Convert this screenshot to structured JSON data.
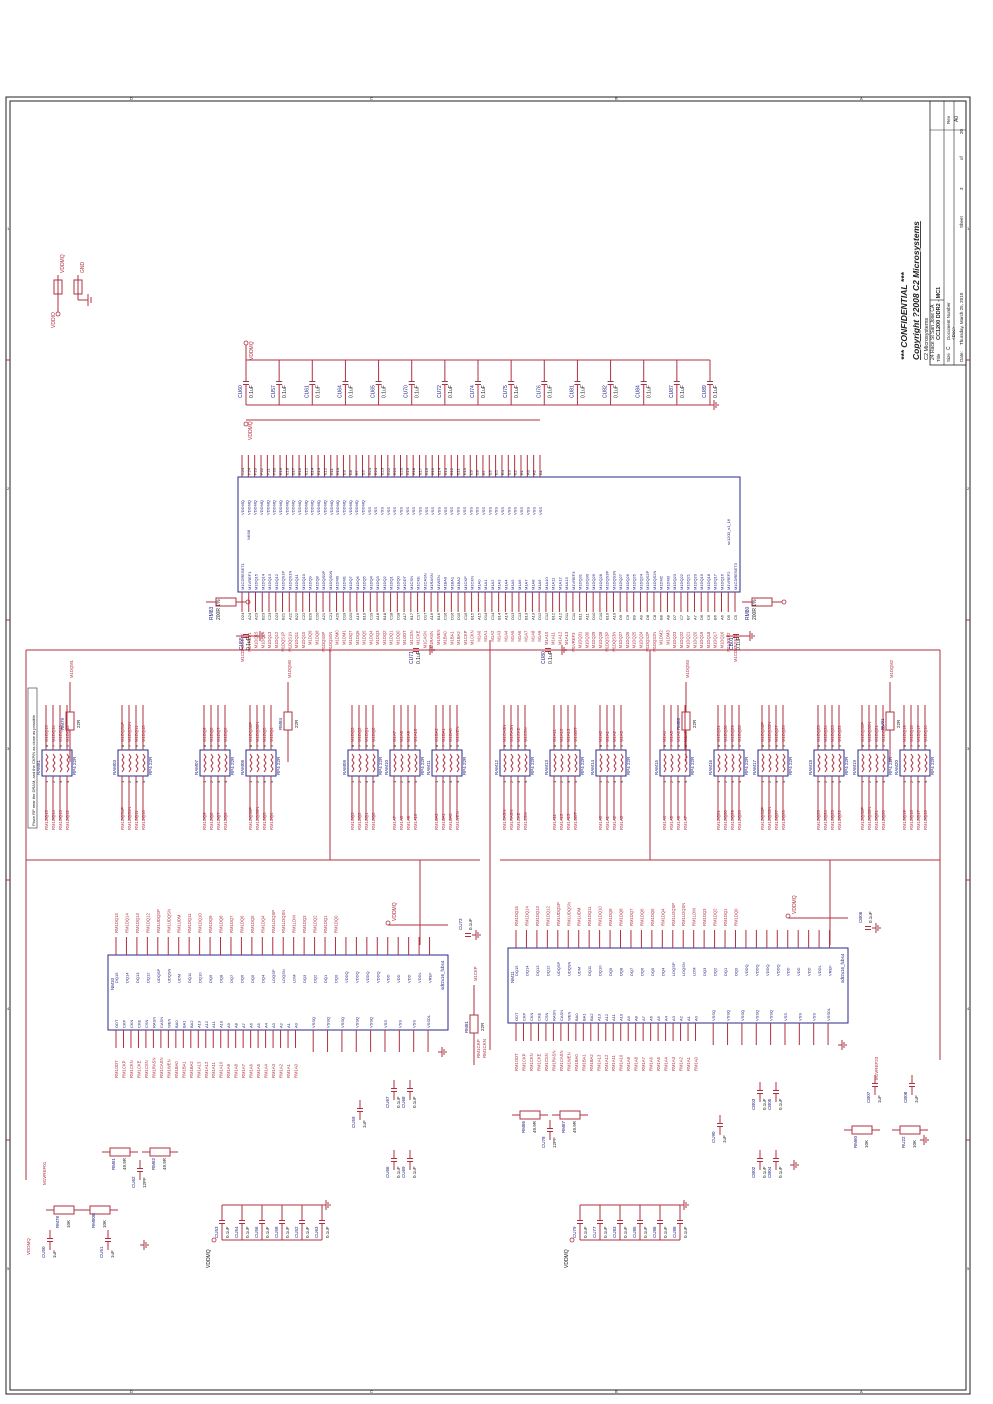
{
  "title_block": {
    "confidential": "*** CONFIDENTIAL ***",
    "copyright": "Copyright ?2008 C2 Microsystems",
    "company_line1": "C2 Microsystems",
    "company_line2": "24 Race St San Jose CA",
    "title_label": "Title",
    "title_value": "CC1200 DDR2 - MC1",
    "size_label": "Size",
    "size_value": "C",
    "docnum_label": "Document Number",
    "docnum_value": "<Doc>",
    "rev_label": "Rev",
    "rev_value": "A0",
    "date_label": "Date:",
    "date_value": "Thursday, March 25, 2010",
    "sheet_label": "Sheet",
    "sheet_value": "3",
    "of_label": "of",
    "of_value": "20"
  },
  "border": {
    "row_marks": [
      "D",
      "C",
      "B",
      "A"
    ],
    "col_marks": [
      "1",
      "2",
      "3",
      "4",
      "5"
    ]
  },
  "top_power": {
    "net": "VDDIO",
    "net2": "VDDMQ",
    "gnd": "GND"
  },
  "cap_bank_top": {
    "rail": "VDDMQ",
    "refs": [
      "CU60",
      "CU57",
      "CU61",
      "CU64",
      "CU65",
      "CU70",
      "CU72",
      "CU74",
      "CU75",
      "CU76",
      "CU81",
      "CU82",
      "CU84",
      "CU87",
      "CU89"
    ],
    "value": "0.1uF"
  },
  "connector": {
    "ref": "NK68",
    "part": "sc1200_v1_16",
    "rail": "VDDMQ",
    "left_pins": [
      "D24",
      "A24",
      "A23",
      "B23",
      "C23",
      "D23",
      "B21",
      "A22",
      "B22",
      "C22",
      "B20",
      "C20",
      "A21",
      "C21",
      "A20",
      "D19",
      "D20",
      "A19",
      "B19",
      "C19",
      "A18",
      "B18",
      "C18",
      "D18",
      "A17",
      "B17",
      "C17",
      "D17",
      "A16",
      "B16",
      "C16",
      "D16",
      "D15",
      "C15",
      "B15",
      "A15",
      "D14",
      "C14",
      "B14",
      "A14",
      "D13",
      "C13",
      "B13",
      "A13",
      "D12",
      "C12",
      "B12",
      "A12",
      "D11",
      "C11",
      "B11",
      "A11",
      "D10",
      "C10",
      "B10",
      "A10",
      "D9",
      "C9",
      "B9",
      "A9",
      "D8",
      "C8",
      "B8",
      "A8",
      "D7",
      "C7",
      "B7",
      "A7",
      "D6",
      "C6",
      "B6",
      "A6",
      "D5",
      "C5",
      "B5",
      "A5",
      "D4",
      "C4"
    ],
    "right_pins": [
      "C24",
      "F24",
      "F23",
      "F22",
      "F21",
      "F20",
      "E19",
      "E18",
      "E17",
      "E16",
      "E15",
      "E14",
      "E13",
      "E12",
      "E11",
      "E10",
      "E9",
      "E8",
      "E7",
      "E6",
      "B24",
      "E24",
      "E23",
      "E22",
      "E21",
      "E20",
      "E19",
      "E18",
      "E17",
      "E16",
      "E15",
      "E14",
      "E13",
      "E12",
      "E11",
      "E10",
      "E9",
      "E8",
      "E7",
      "E6",
      "E5",
      "E4",
      "E3",
      "E2",
      "E1",
      "A3",
      "A2",
      "A1"
    ],
    "signals": [
      "M1CDRESET1",
      "M1VREF1",
      "M1DQ15",
      "M1DQ14",
      "M1DQ13",
      "M1DQ12",
      "M1DQS1P",
      "M1DQS1N",
      "M1DQ11",
      "M1DQ10",
      "M1DQ9",
      "M1DQ8",
      "M1DQS0P",
      "M1DQS0N",
      "M1DM0",
      "M1DM1",
      "M1DQ7",
      "M1DQ6",
      "M1DQ5",
      "M1DQ4",
      "M1DQ3",
      "M1DQ2",
      "M1DQ1",
      "M1DQ0",
      "M1ODT",
      "M1CSN",
      "M1CKE",
      "M1CASN",
      "M1RASN",
      "M1WEN",
      "M1BA0",
      "M1BA1",
      "M1BA2",
      "M1CKP",
      "M1CKN",
      "M1A0",
      "M1A1",
      "M1A2",
      "M1A3",
      "M1A4",
      "M1A5",
      "M1A6",
      "M1A7",
      "M1A8",
      "M1A9",
      "M1A10",
      "M1A11",
      "M1A12",
      "M1A13",
      "M1VREF3",
      "M1DQ31",
      "M1DQ30",
      "M1DQ29",
      "M1DQ28",
      "M1DQS3P",
      "M1DQS3N",
      "M1DQ27",
      "M1DQ26",
      "M1DQ25",
      "M1DQ24",
      "M1DQS2P",
      "M1DQS2N",
      "M1DM2",
      "M1DM3",
      "M1DQ23",
      "M1DQ22",
      "M1DQ21",
      "M1DQ20",
      "M1DQ19",
      "M1DQ18",
      "M1DQ17",
      "M1DQ16",
      "M1VREF2",
      "M1CDRESET3"
    ],
    "supply": [
      "VDDMQ",
      "VDDMQ",
      "VDDMQ",
      "VDDMQ",
      "VDDMQ",
      "VDDMQ",
      "VDDMQ",
      "VDDMQ",
      "VDDMQ",
      "VDDMQ",
      "VDDMQ",
      "VDDMQ",
      "VDDMQ",
      "VDDMQ",
      "VDDMQ",
      "VDDMQ",
      "VDDMQ",
      "VDDMQ",
      "VDDMQ",
      "VDDMQ",
      "VSS",
      "VSS",
      "VSS",
      "VSS",
      "VSS",
      "VSS",
      "VSS",
      "VSS",
      "VSS",
      "VSS",
      "VSS",
      "VSS",
      "VSS",
      "VSS",
      "VSS",
      "VSS",
      "VSS",
      "VSS",
      "VSS",
      "VSS",
      "VSS",
      "VSS",
      "VSS",
      "VSS",
      "VSS",
      "VSS",
      "VSS",
      "VSS"
    ]
  },
  "vref_parts": [
    {
      "ref": "RM83",
      "value": "200R 1%",
      "net": "VDDMQ"
    },
    {
      "ref": "RM80",
      "value": "200R 1%",
      "net": "VDDMQ"
    },
    {
      "ref": "CU55",
      "value": "0.1uF"
    },
    {
      "ref": "CB01",
      "value": "0.1uF"
    },
    {
      "ref": "CU71",
      "value": "0.1uF"
    },
    {
      "ref": "CU80",
      "value": "0.1uF"
    }
  ],
  "rpacks": [
    {
      "ref": "RAM81",
      "value": "RP4 22R",
      "nets_a": [
        "RM1DQ15",
        "RM1DQ14",
        "RM1DQ13",
        "RM1DQ12"
      ],
      "nets_b": [
        "M1DQ15",
        "M1DQ14",
        "M1DQ13",
        "M1DQ12"
      ]
    },
    {
      "ref": "RAM03",
      "value": "RP4 22R",
      "nets_a": [
        "RM1DQS1P",
        "RM1DQS1N",
        "RM1DQ11",
        "RM1DQ10"
      ],
      "nets_b": [
        "M1DQS1P",
        "M1DQS1N",
        "M1DQ11",
        "M1DQ10"
      ]
    },
    {
      "ref": "RAM07",
      "value": "RP4 22R",
      "nets_a": [
        "RM1DQ9",
        "RM1DQ8",
        "RM1DQ7",
        "RM1DQ6"
      ],
      "nets_b": [
        "M1DQ9",
        "M1DQ8",
        "M1DQ7",
        "M1DQ6"
      ]
    },
    {
      "ref": "RAM08",
      "value": "RP4 22R",
      "nets_a": [
        "RM1DQS0P",
        "RM1DQS0N",
        "RM1DQ5",
        "RM1DQ4"
      ],
      "nets_b": [
        "M1DQS0P",
        "M1DQS0N",
        "M1DQ5",
        "M1DQ4"
      ]
    },
    {
      "ref": "RAM09",
      "value": "RP4 22R",
      "nets_a": [
        "RM1DQ3",
        "RM1DQ2",
        "RM1DQ1",
        "RM1DQ0"
      ],
      "nets_b": [
        "M1DQ3",
        "M1DQ2",
        "M1DQ1",
        "M1DQ0"
      ]
    },
    {
      "ref": "RAM10",
      "value": "RP4 22R",
      "nets_a": [
        "RM1A7",
        "RM1A8",
        "RM1A9",
        "RM1A10"
      ],
      "nets_b": [
        "M1A7",
        "M1A8",
        "M1A9",
        "M1A10"
      ]
    },
    {
      "ref": "RAM11",
      "value": "RP4 22R",
      "nets_a": [
        "RM1BA2",
        "RM1BA1",
        "RM1BA0",
        "RM1WEN"
      ],
      "nets_b": [
        "M1BA2",
        "M1BA1",
        "M1BA0",
        "M1WEN"
      ]
    },
    {
      "ref": "RAM12",
      "value": "RP4 22R",
      "nets_a": [
        "RM1CASN",
        "RM1RASN",
        "RM1CKE",
        "RM1CSN"
      ],
      "nets_b": [
        "M1CASN",
        "M1RASN",
        "M1CKE",
        "M1CSN"
      ]
    },
    {
      "ref": "RAM13",
      "value": "RP4 22R",
      "nets_a": [
        "RM1A11",
        "RM1A12",
        "RM1A13",
        "RM1ODT"
      ],
      "nets_b": [
        "M1A11",
        "M1A12",
        "M1A13",
        "M1ODT"
      ]
    },
    {
      "ref": "RAM14",
      "value": "RP4 22R",
      "nets_a": [
        "RM1A0",
        "RM1A1",
        "RM1A2",
        "RM1A3"
      ],
      "nets_b": [
        "M1A0",
        "M1A1",
        "M1A2",
        "M1A3"
      ]
    },
    {
      "ref": "RAM15",
      "value": "RP4 22R",
      "nets_a": [
        "RM1A4",
        "RM1A5",
        "RM1A6",
        "RM1A7"
      ],
      "nets_b": [
        "M1A4",
        "M1A5",
        "M1A6",
        "M1A7"
      ]
    },
    {
      "ref": "RAM16",
      "value": "RP4 22R",
      "nets_a": [
        "RM1DQ31",
        "RM1DQ30",
        "RM1DQ29",
        "RM1DQ28"
      ],
      "nets_b": [
        "M1DQ31",
        "M1DQ30",
        "M1DQ29",
        "M1DQ28"
      ]
    },
    {
      "ref": "RAM17",
      "value": "RP4 22R",
      "nets_a": [
        "RM1DQS3P",
        "RM1DQS3N",
        "RM1DQ27",
        "RM1DQ26"
      ],
      "nets_b": [
        "M1DQS3P",
        "M1DQS3N",
        "M1DQ27",
        "M1DQ26"
      ]
    },
    {
      "ref": "RAM18",
      "value": "RP4 22R",
      "nets_a": [
        "RM1DQ25",
        "RM1DQ24",
        "RM1DQ23",
        "RM1DQ22"
      ],
      "nets_b": [
        "M1DQ25",
        "M1DQ24",
        "M1DQ23",
        "M1DQ22"
      ]
    },
    {
      "ref": "RAM19",
      "value": "RP4 22R",
      "nets_a": [
        "RM1DQS2P",
        "RM1DQS2N",
        "RM1DQ21",
        "RM1DQ20"
      ],
      "nets_b": [
        "M1DQS2P",
        "M1DQS2N",
        "M1DQ21",
        "M1DQ20"
      ]
    },
    {
      "ref": "RAM20",
      "value": "RP4 22R",
      "nets_a": [
        "RM1DQ19",
        "RM1DQ18",
        "RM1DQ17",
        "RM1DQ16"
      ],
      "nets_b": [
        "M1DQ19",
        "M1DQ18",
        "M1DQ17",
        "M1DQ16"
      ]
    }
  ],
  "single_resistors": [
    {
      "ref": "RM79",
      "value": "22R",
      "net": "M1DQM1"
    },
    {
      "ref": "RM84",
      "value": "22R",
      "net": "M1DQM0"
    },
    {
      "ref": "RM88",
      "value": "22R",
      "net": "M1DQM3"
    },
    {
      "ref": "RU01",
      "value": "22R",
      "net": "M1DQM2"
    },
    {
      "ref": "RM81",
      "value": "22R",
      "net": "M1CKP"
    }
  ],
  "note_box": "Place RP near the DRAM, and the CKP/N as close as possible",
  "dram_left": {
    "ref": "NM10",
    "part": "sdr2x16_fcbs4",
    "left_pins": [
      "ODT",
      "CKP",
      "CKN",
      "CKE",
      "CSN",
      "RASN",
      "CASN",
      "WEN",
      "BA0",
      "BA1",
      "BA2",
      "A13",
      "A12",
      "A11",
      "A10",
      "A9",
      "A8",
      "A7",
      "A6",
      "A5",
      "A4",
      "A3",
      "A2",
      "A1",
      "A0"
    ],
    "right_pins": [
      "DQ15",
      "DQ14",
      "DQ13",
      "DQ12",
      "UDQSP",
      "UDQSN",
      "UDM",
      "DQ11",
      "DQ10",
      "DQ9",
      "DQ8",
      "DQ7",
      "DQ6",
      "DQ5",
      "DQ4",
      "LDQSP",
      "LDQSN",
      "LDM",
      "DQ3",
      "DQ2",
      "DQ1",
      "DQ0",
      "VDDQ",
      "VDDQ",
      "VDDQ",
      "VDDQ",
      "VDD",
      "VDD",
      "VDD",
      "VDDL",
      "VREF"
    ],
    "gnd_pins": [
      "VSSQ",
      "VSSQ",
      "VSSQ",
      "VSSQ",
      "VSSQ",
      "VSS",
      "VSS",
      "VSS",
      "VSSDL"
    ],
    "rail": "VDDMQ",
    "cap": {
      "ref": "CU73",
      "value": "0.1uF"
    }
  },
  "dram_right": {
    "ref": "NM11",
    "part": "sdr2x16_fcbs4",
    "left_pins": [
      "ODT",
      "CKP",
      "CKN",
      "CKE",
      "CSN",
      "RASN",
      "CASN",
      "WEN",
      "BA0",
      "BA1",
      "BA2",
      "A13",
      "A12",
      "A11",
      "A10",
      "A9",
      "A8",
      "A7",
      "A6",
      "A5",
      "A4",
      "A3",
      "A2",
      "A1",
      "A0"
    ],
    "right_pins": [
      "DQ15",
      "DQ14",
      "DQ13",
      "DQ12",
      "UDQSP",
      "UDQSN",
      "UDM",
      "DQ11",
      "DQ10",
      "DQ9",
      "DQ8",
      "DQ7",
      "DQ6",
      "DQ5",
      "DQ4",
      "LDQSP",
      "LDQSN",
      "LDM",
      "DQ3",
      "DQ2",
      "DQ1",
      "DQ0",
      "VDDQ",
      "VDDQ",
      "VDDQ",
      "VDDQ",
      "VDD",
      "VDD",
      "VDD",
      "VDDL",
      "VREF"
    ],
    "gnd_pins": [
      "VSSQ",
      "VSSQ",
      "VSSQ",
      "VSSQ",
      "VSSQ",
      "VSS",
      "VSS",
      "VSS",
      "VSSDL"
    ],
    "rail": "VDDMQ",
    "cap": {
      "ref": "CB06",
      "value": "0.1uF"
    }
  },
  "bottom_parts": [
    {
      "ref": "RM61",
      "value": "49.9R"
    },
    {
      "ref": "RM62",
      "value": "49.9R"
    },
    {
      "ref": "CU62",
      "value": "12PF"
    },
    {
      "ref": "RM86",
      "value": "49.9R"
    },
    {
      "ref": "RM87",
      "value": "49.9R"
    },
    {
      "ref": "CU78",
      "value": "12PF"
    },
    {
      "ref": "CU59",
      "value": "1uF"
    },
    {
      "ref": "CU90",
      "value": "1uF"
    },
    {
      "ref": "CU67",
      "value": "0.1uF"
    },
    {
      "ref": "CU68",
      "value": "0.1uF"
    },
    {
      "ref": "CU66",
      "value": "0.1uF"
    },
    {
      "ref": "CU69",
      "value": "0.1uF"
    },
    {
      "ref": "CB03",
      "value": "0.1uF"
    },
    {
      "ref": "CB05",
      "value": "0.1uF"
    },
    {
      "ref": "CB02",
      "value": "0.1uF"
    },
    {
      "ref": "CB04",
      "value": "0.1uF"
    },
    {
      "ref": "CB07",
      "value": "1uF"
    },
    {
      "ref": "CB08",
      "value": "1uF"
    },
    {
      "ref": "RM60",
      "value": "10K"
    },
    {
      "ref": "RU22",
      "value": "10K"
    },
    {
      "ref": "RM78",
      "value": "10K"
    },
    {
      "ref": "RM80B",
      "value": "10K"
    },
    {
      "ref": "CU50",
      "value": "1uF"
    },
    {
      "ref": "CU51",
      "value": "1uF"
    }
  ],
  "bottom_nets": [
    "M1VREF01",
    "M1VREF23",
    "VDDMQ",
    "RM1CKP",
    "RM1CKN"
  ],
  "bottom_cap_banks": [
    {
      "refs": [
        "CU53",
        "CU54",
        "CU56",
        "CU58",
        "CU52",
        "CU63"
      ],
      "value": "0.1uF",
      "rail": "VDDMQ"
    },
    {
      "refs": [
        "CU79",
        "CU77",
        "CU83",
        "CU85",
        "CU86",
        "CU88"
      ],
      "value": "0.1uF",
      "rail": "VDDMQ"
    }
  ]
}
